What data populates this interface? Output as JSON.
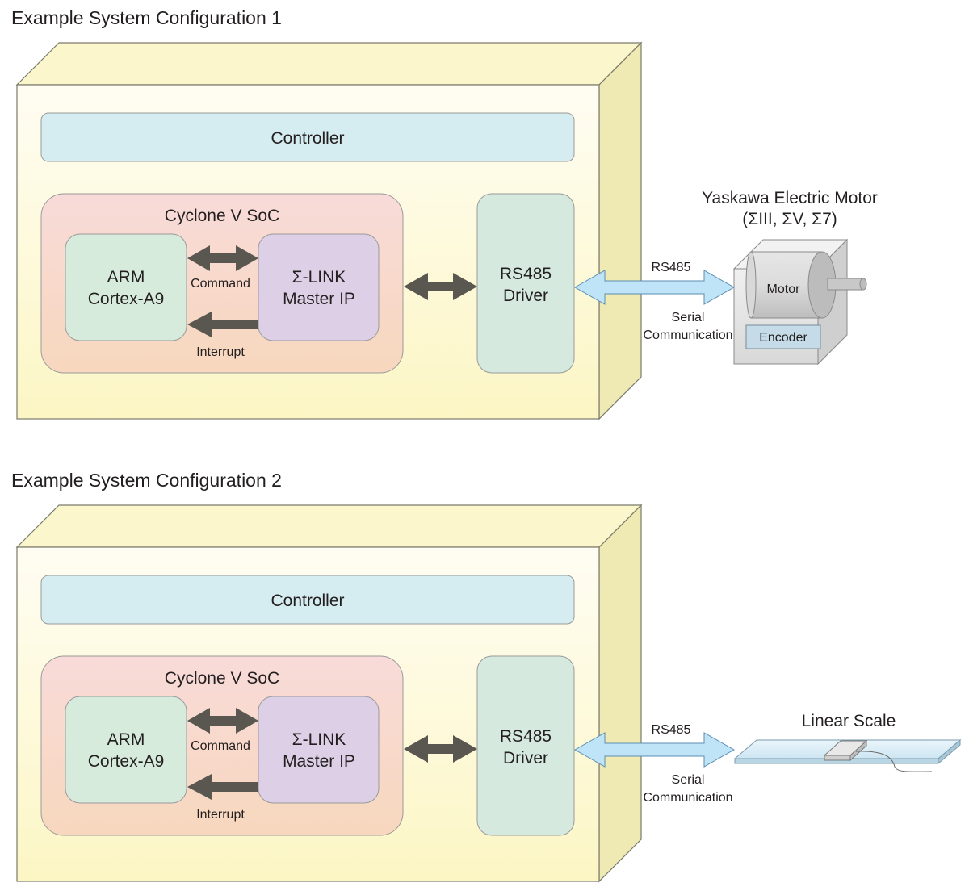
{
  "configurations": [
    {
      "title": "Example System Configuration 1",
      "controller": "Controller",
      "soc": {
        "title": "Cyclone V SoC",
        "arm": {
          "line1": "ARM",
          "line2": "Cortex-A9"
        },
        "master": {
          "line1": "Σ-LINK",
          "line2": "Master IP"
        },
        "command_label": "Command",
        "interrupt_label": "Interrupt"
      },
      "driver": {
        "line1": "RS485",
        "line2": "Driver"
      },
      "link": {
        "top": "RS485",
        "bottom1": "Serial",
        "bottom2": "Communication"
      },
      "device": {
        "kind": "motor",
        "title1": "Yaskawa Electric Motor",
        "title2": "(ΣIII, ΣV, Σ7)",
        "motor_label": "Motor",
        "encoder_label": "Encoder"
      }
    },
    {
      "title": "Example System Configuration 2",
      "controller": "Controller",
      "soc": {
        "title": "Cyclone V SoC",
        "arm": {
          "line1": "ARM",
          "line2": "Cortex-A9"
        },
        "master": {
          "line1": "Σ-LINK",
          "line2": "Master IP"
        },
        "command_label": "Command",
        "interrupt_label": "Interrupt"
      },
      "driver": {
        "line1": "RS485",
        "line2": "Driver"
      },
      "link": {
        "top": "RS485",
        "bottom1": "Serial",
        "bottom2": "Communication"
      },
      "device": {
        "kind": "scale",
        "title1": "Linear Scale"
      }
    }
  ],
  "colors": {
    "enclosure_front_top": "#fffdf2",
    "enclosure_front_bottom": "#fcf7c6",
    "enclosure_top": "#fbf6cc",
    "enclosure_side": "#efe9b5",
    "enclosure_stroke": "#7a7a6a",
    "controller_fill": "#d5ecf1",
    "soc_fill_top": "#f8dcd8",
    "soc_fill_bottom": "#f7d6bf",
    "arm_fill": "#d7ebdc",
    "master_fill": "#ddd0e6",
    "driver_fill": "#d5e9df",
    "dark_arrow": "#5a5750",
    "blue_arrow": "#bfe3f7",
    "blue_arrow_stroke": "#5b8fb3"
  }
}
